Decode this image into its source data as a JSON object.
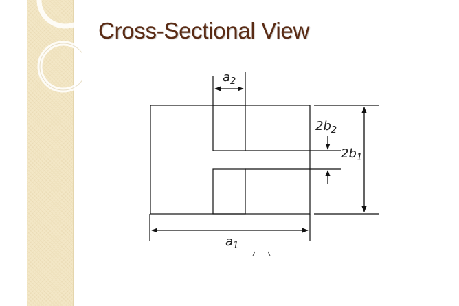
{
  "slide": {
    "title": "Cross-Sectional View"
  },
  "diagram": {
    "labels": {
      "a2": {
        "base": "a",
        "sub": "2"
      },
      "two_b2": {
        "base": "2b",
        "sub": "2"
      },
      "two_b1": {
        "base": "2b",
        "sub": "1"
      },
      "a1": {
        "base": "a",
        "sub": "1"
      }
    }
  },
  "colors": {
    "title": "#5a2b14",
    "margin_strip": "#f3e7c6",
    "ink": "#222222"
  }
}
